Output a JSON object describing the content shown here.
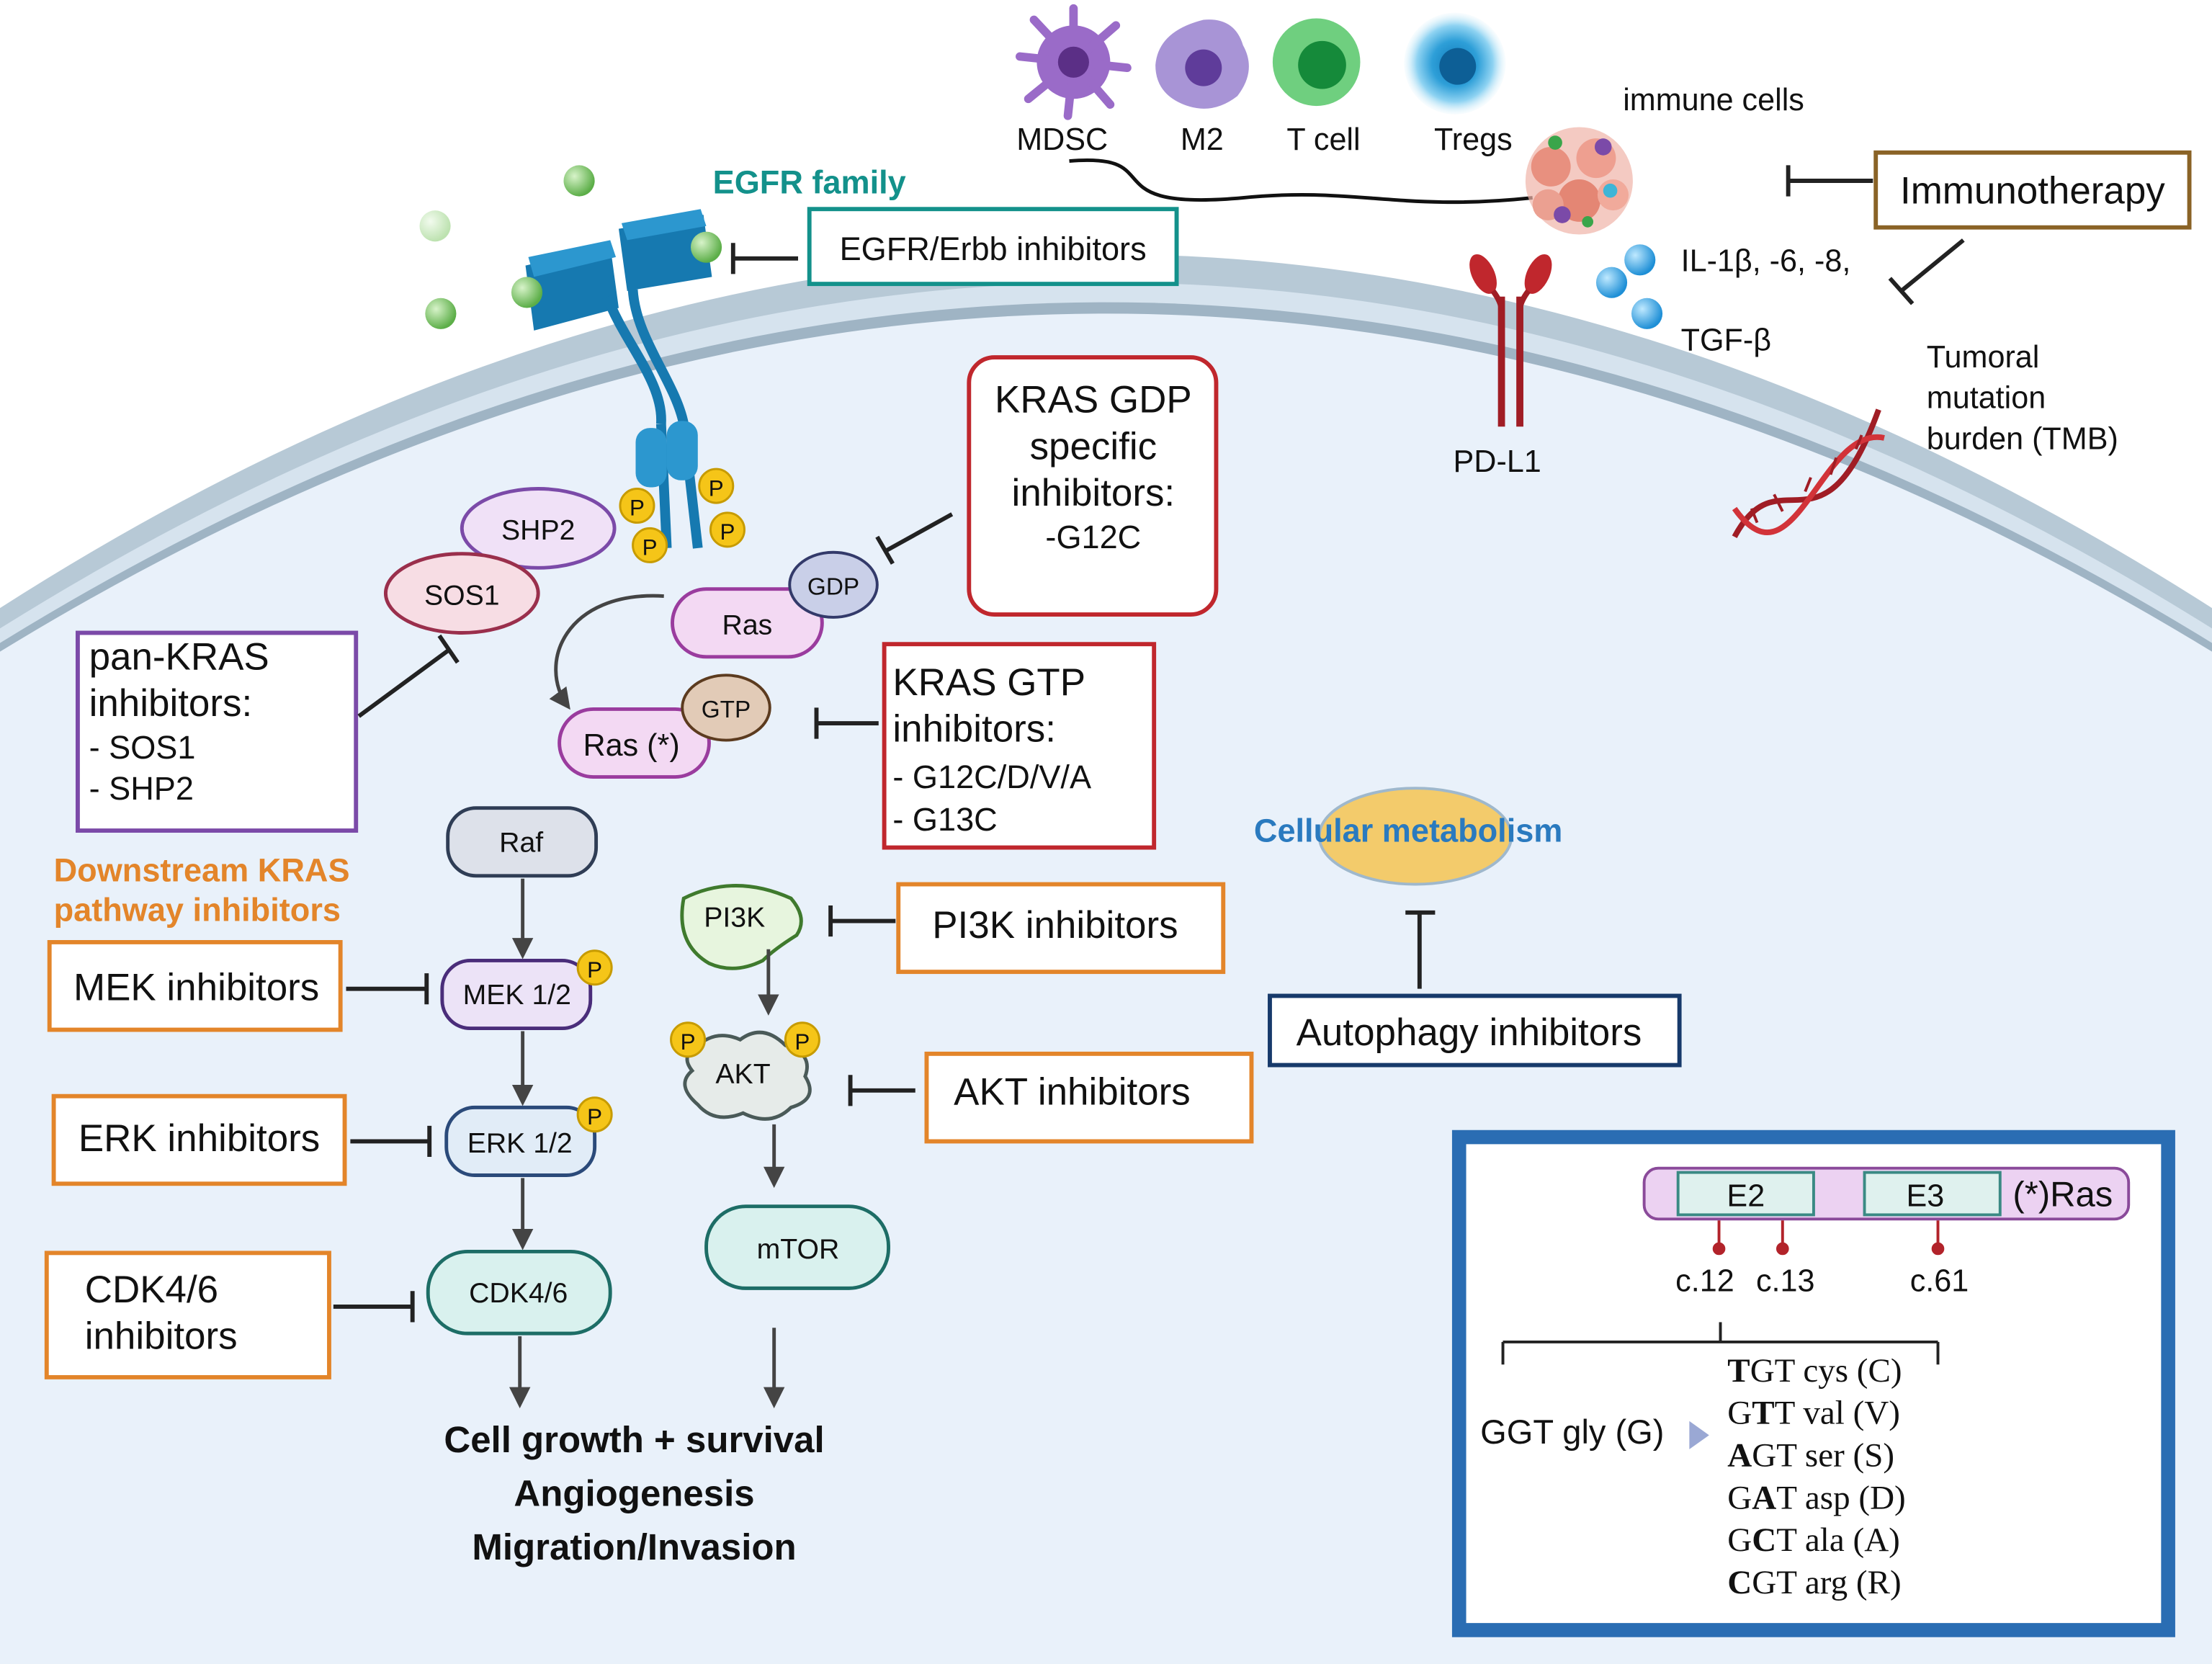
{
  "colors": {
    "membrane": "#b7c9d6",
    "cytoplasm": "#e9f1fa",
    "teal": "#13918b",
    "red": "#c0272d",
    "purple": "#7b4aa8",
    "orange": "#e3852a",
    "brown": "#8a6326",
    "navy": "#173a6b",
    "blue_frame": "#2a6db3",
    "phospho": "#f5c518"
  },
  "immune": {
    "label": "immune cells",
    "cells": [
      "MDSC",
      "M2",
      "T cell",
      "Tregs"
    ],
    "cytokines_line1": "IL-1β, -6, -8,",
    "cytokines_line2": "TGF-β",
    "pdl1": "PD-L1",
    "tmb": [
      "Tumoral",
      "mutation",
      "burden (TMB)"
    ]
  },
  "egfr": {
    "family_label": "EGFR family",
    "phospho": "P"
  },
  "proteins": {
    "shp2": "SHP2",
    "sos1": "SOS1",
    "ras": "Ras",
    "gdp": "GDP",
    "gtp": "GTP",
    "ras_active": "Ras (*)",
    "raf": "Raf",
    "mek": "MEK 1/2",
    "erk": "ERK 1/2",
    "cdk": "CDK4/6",
    "pi3k": "PI3K",
    "akt": "AKT",
    "mtor": "mTOR"
  },
  "boxes": {
    "egfr_inhib": "EGFR/Erbb inhibitors",
    "immunotherapy": "Immunotherapy",
    "kras_gdp": [
      "KRAS GDP",
      "specific",
      "inhibitors:",
      "-G12C"
    ],
    "kras_gtp": [
      "KRAS GTP",
      "inhibitors:",
      "- G12C/D/V/A",
      "- G13C"
    ],
    "pan_kras": [
      "pan-KRAS",
      "inhibitors:",
      "- SOS1",
      "- SHP2"
    ],
    "downstream": [
      "Downstream KRAS",
      "pathway inhibitors"
    ],
    "mek_inhib": "MEK inhibitors",
    "erk_inhib": "ERK inhibitors",
    "cdk_inhib": [
      "CDK4/6",
      "inhibitors"
    ],
    "pi3k_inhib": "PI3K inhibitors",
    "akt_inhib": "AKT inhibitors",
    "autophagy_inhib": "Autophagy inhibitors",
    "metabolism": "Cellular metabolism"
  },
  "outcomes": [
    "Cell growth + survival",
    "Angiogenesis",
    "Migration/Invasion"
  ],
  "inset": {
    "exon2": "E2",
    "exon3": "E3",
    "gene_label": "(*)Ras",
    "codons": [
      "c.12",
      "c.13",
      "c.61"
    ],
    "wildtype": "GGT gly (G)",
    "mutations": [
      {
        "bold": "T",
        "rest": "GT cys (C)",
        "pos": 0
      },
      {
        "bold": "T",
        "rest": "T val (V)",
        "pos": 1,
        "pre": "G"
      },
      {
        "bold": "A",
        "rest": "GT ser (S)",
        "pos": 0
      },
      {
        "bold": "A",
        "rest": "T asp (D)",
        "pos": 1,
        "pre": "G"
      },
      {
        "bold": "C",
        "rest": "T ala (A)",
        "pos": 1,
        "pre": "G"
      },
      {
        "bold": "C",
        "rest": "GT arg (R)",
        "pos": 0
      }
    ]
  }
}
